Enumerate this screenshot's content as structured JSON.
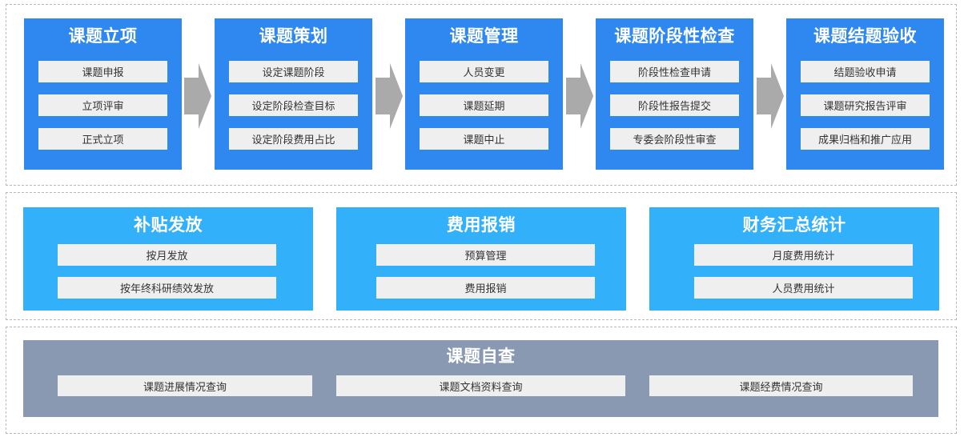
{
  "row1": [
    {
      "title": "课题立项",
      "items": [
        "课题申报",
        "立项评审",
        "正式立项"
      ]
    },
    {
      "title": "课题策划",
      "items": [
        "设定课题阶段",
        "设定阶段检查目标",
        "设定阶段费用占比"
      ]
    },
    {
      "title": "课题管理",
      "items": [
        "人员变更",
        "课题延期",
        "课题中止"
      ]
    },
    {
      "title": "课题阶段性检查",
      "items": [
        "阶段性检查申请",
        "阶段性报告提交",
        "专委会阶段性审查"
      ]
    },
    {
      "title": "课题结题验收",
      "items": [
        "结题验收申请",
        "课题研究报告评审",
        "成果归档和推广应用"
      ]
    }
  ],
  "row2": [
    {
      "title": "补贴发放",
      "items": [
        "按月发放",
        "按年终科研绩效发放"
      ]
    },
    {
      "title": "费用报销",
      "items": [
        "预算管理",
        "费用报销"
      ]
    },
    {
      "title": "财务汇总统计",
      "items": [
        "月度费用统计",
        "人员费用统计"
      ]
    }
  ],
  "row3": {
    "title": "课题自查",
    "items": [
      "课题进展情况查询",
      "课题文档资料查询",
      "课题经费情况查询"
    ]
  },
  "colors": {
    "row1_card": "#2f87f0",
    "row2_card": "#33b0fa",
    "row3_card": "#8899b1",
    "item_bg": "#efefef",
    "arrow": "#aaaaaa"
  }
}
